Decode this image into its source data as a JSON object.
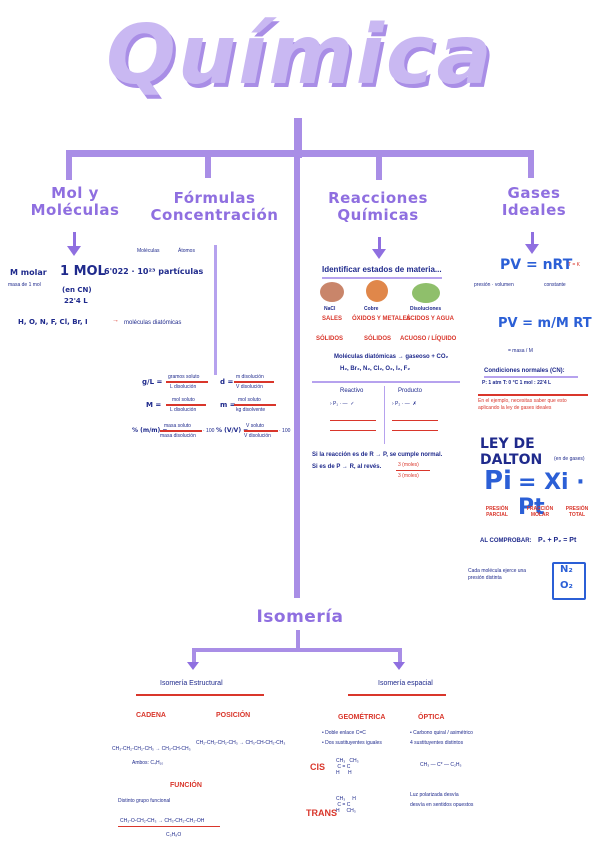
{
  "title": "Química",
  "sections": {
    "mol": "Mol y Moléculas",
    "formulas": "Fórmulas Concentración",
    "reacciones": "Reacciones Químicas",
    "gases": "Gases Ideales",
    "isomeria": "Isomería"
  },
  "mol": {
    "eq_left": "M molar",
    "eq_mid": "1 MOL",
    "eq_right": "6'022 · 10²³ partículas",
    "cn": "(en CN)",
    "vol": "22'4 L",
    "diatomic_list": "H, O, N, F, Cl, Br, I",
    "diatomic_label": "moléculas diatómicas",
    "note_left": "masa de 1 mol",
    "note_top1": "Moléculas",
    "note_top2": "Átomos"
  },
  "formulas": {
    "gl_left": "g/L =",
    "gl_num": "gramos soluto",
    "gl_den": "L disolución",
    "d_left": "d =",
    "d_num": "m disolución",
    "d_den": "V disolución",
    "M_left": "M =",
    "M_num": "mol soluto",
    "M_den": "L disolución",
    "m_left": "m =",
    "m_num": "mol soluto",
    "m_den": "kg disolvente",
    "pm_left": "% (m/m) =",
    "pm_num": "masa soluto",
    "pm_den": "masa disolución",
    "pm_mult": "· 100",
    "pv_left": "% (V/V) =",
    "pv_num": "V soluto",
    "pv_den": "V disolución",
    "pv_mult": "· 100"
  },
  "reacciones": {
    "identify": "Identificar estados de materia...",
    "items": [
      {
        "name": "NaCl",
        "kind": "SALES",
        "state": "SÓLIDOS"
      },
      {
        "name": "Cobre",
        "kind": "ÓXIDOS Y METALES",
        "state": "SÓLIDOS"
      },
      {
        "name": "Disoluciones",
        "kind": "ÁCIDOS Y AGUA",
        "state": "ACUOSO / LÍQUIDO"
      }
    ],
    "diatomic_line": "Moléculas diatómicas → gaseoso + CO₂",
    "diatomic_list": "H₂, Br₂, N₂, Cl₂, O₂, I₂, F₂",
    "col1": "Reactivo",
    "col2": "Producto",
    "cond_line1": "Si la reacción es de R → P, se cumple normal.",
    "cond_line2": "Si es de P → R, al revés.",
    "frac_num": "3 (moles)",
    "frac_den": "3 (moles)"
  },
  "gases": {
    "pv": "PV = nRT",
    "pv_m": "PV = m/M RT",
    "t_note": "T = K",
    "cn_title": "Condiciones normales (CN):",
    "cn_values": "P: 1 atm   T: 0 °C   1 mol : 22'4 L",
    "example": "En el ejemplo, necesitas saber que esto aplicando la ley de gases ideales",
    "dalton": "LEY DE DALTON",
    "dalton_sub": "(en de gases)",
    "dalton_eq_pi": "Pi",
    "dalton_eq_rest": "= Xi · Pt",
    "lbl1": "PRESIÓN PARCIAL",
    "lbl2": "FRACCIÓN MOLAR",
    "lbl3": "PRESIÓN TOTAL",
    "check_label": "AL COMPROBAR:",
    "check_eq": "P₁ + P₂ = Pt",
    "molecule_note": "Cada molécula ejerce una presión distinta",
    "box_top": "N₂",
    "box_bottom": "O₂"
  },
  "isomeria": {
    "estructural": "Isomería Estructural",
    "espacial": "Isomería espacial",
    "cadena": "CADENA",
    "posicion": "POSICIÓN",
    "funcion": "FUNCIÓN",
    "geometrica": "GEOMÉTRICA",
    "optica": "ÓPTICA",
    "cis": "CIS",
    "trans": "TRANS",
    "cadena_ex": "CH₃-CH₂-CH₂-CH₃ → CH₃-CH-CH₃",
    "cadena_formula": "Ambos: C₄H₁₀",
    "posicion_ex": "CH₂-CH₂-CH₂-CH₃ → CH₃-CH-CH₂-CH₃",
    "funcion_ex": "CH₃-O-CH₂-CH₃ → CH₃-CH₂-CH₂-OH",
    "funcion_formula": "C₃H₈O",
    "geo_note1": "• Doble enlace C=C",
    "geo_note2": "• Dos sustituyentes iguales",
    "opt_note1": "• Carbono quiral / asimétrico",
    "opt_note2": "4 sustituyentes distintos",
    "opt_note3": "Luz polarizada desvía",
    "opt_note4": "desvía en sentidos opuestos"
  },
  "colors": {
    "purple": "#a98ee6",
    "navy": "#1f2a8c",
    "red": "#d9362b",
    "blue": "#2b5fd6"
  }
}
